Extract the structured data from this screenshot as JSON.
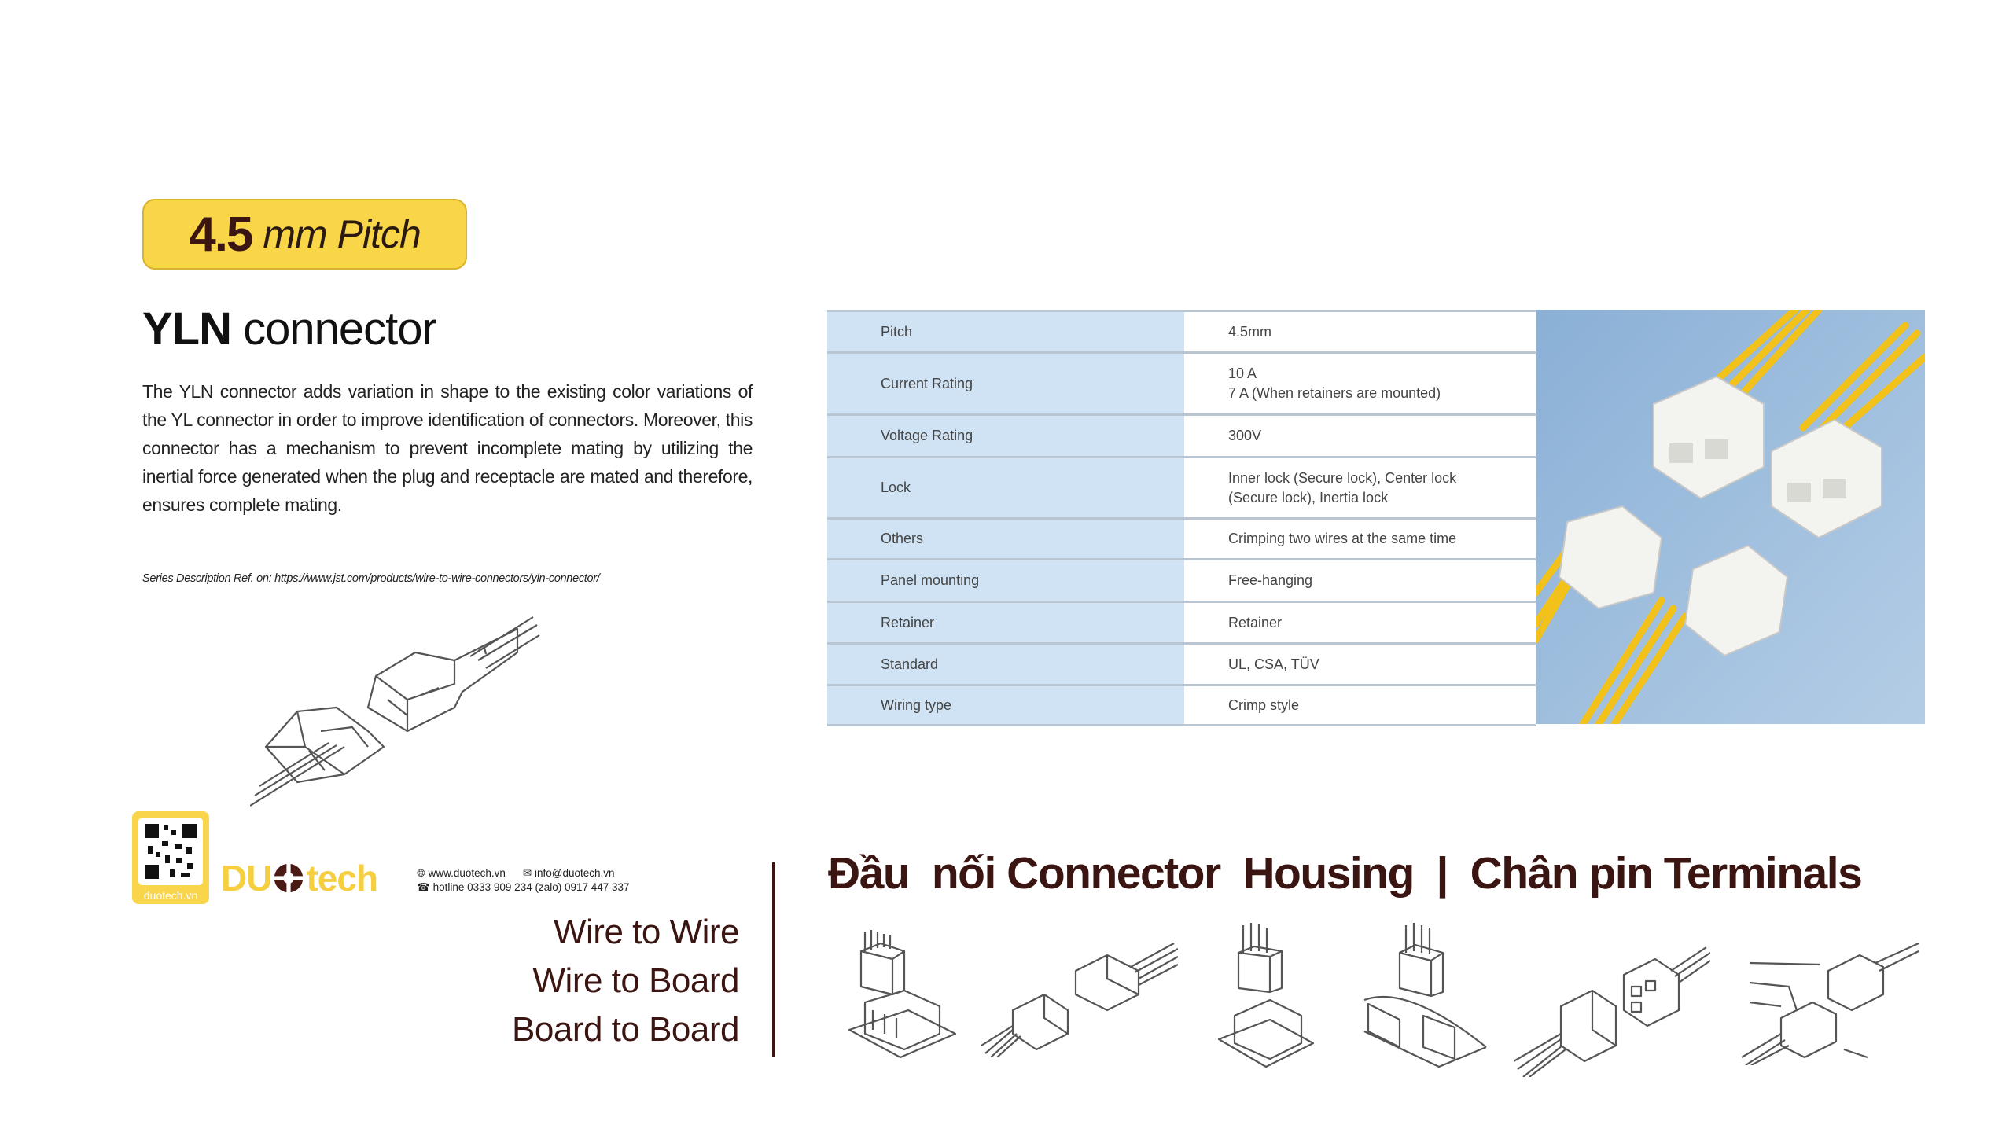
{
  "badge": {
    "number": "4.5",
    "unit": "mm  Pitch",
    "color": "#f9d548"
  },
  "title": {
    "bold": "YLN",
    "rest": " connector"
  },
  "description": "The YLN connector adds variation in shape to the existing color variations of the YL connector in order to improve identification of connectors. Moreover, this connector has a mechanism to prevent incomplete mating by utilizing the inertial force generated when the plug and receptacle are mated and therefore, ensures complete mating.",
  "reference": "Series Description Ref. on: https://www.jst.com/products/wire-to-wire-connectors/yln-connector/",
  "specs": [
    {
      "label": "Pitch",
      "value": [
        "4.5mm"
      ]
    },
    {
      "label": "Current Rating",
      "value": [
        "10 A",
        "7 A (When retainers are mounted)"
      ]
    },
    {
      "label": "Voltage Rating",
      "value": [
        "300V"
      ]
    },
    {
      "label": "Lock",
      "value": [
        "Inner lock (Secure lock), Center lock",
        "(Secure lock), Inertia lock"
      ]
    },
    {
      "label": "Others",
      "value": [
        "Crimping two wires at the same time"
      ]
    },
    {
      "label": "Panel mounting",
      "value": [
        "Free-hanging"
      ]
    },
    {
      "label": "Retainer",
      "value": [
        "Retainer"
      ]
    },
    {
      "label": "Standard",
      "value": [
        "UL, CSA, TÜV"
      ]
    },
    {
      "label": "Wiring type",
      "value": [
        "Crimp style"
      ]
    }
  ],
  "brand": {
    "qr_label": "duotech.vn",
    "logo_text_1": "DU",
    "logo_text_2": "tech",
    "website": "www.duotech.vn",
    "email": "info@duotech.vn",
    "hotline": "hotline  0333 909 234  (zalo) 0917 447 337",
    "brand_yellow": "#f5cf3f",
    "brand_maroon": "#3b1512"
  },
  "categories": [
    "Wire to Wire",
    "Wire to Board",
    "Board to Board"
  ],
  "heading": "Đầu  nối Connector  Housing  |  Chân pin Terminals",
  "icons": [
    "globe-icon",
    "mail-icon",
    "phone-icon"
  ]
}
